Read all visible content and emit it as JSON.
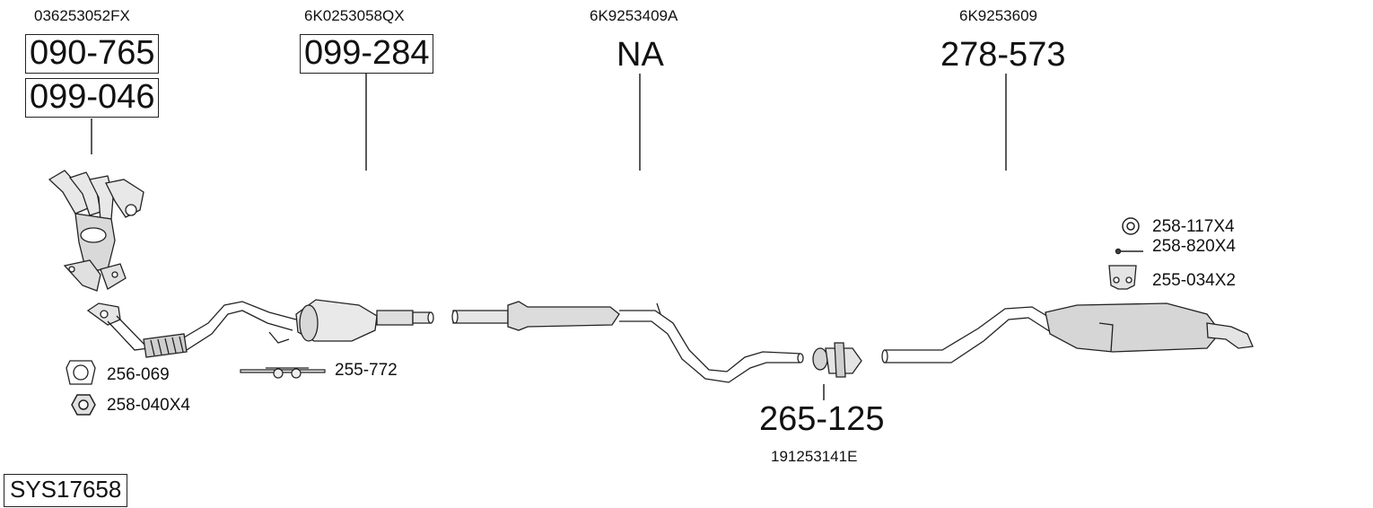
{
  "system_id": "SYS17658",
  "columns": [
    {
      "oe": "036253052FX",
      "parts": [
        "090-765",
        "099-046"
      ]
    },
    {
      "oe": "6K0253058QX",
      "parts": [
        "099-284"
      ]
    },
    {
      "oe": "6K9253409A",
      "parts": [
        "NA"
      ]
    },
    {
      "oe": "6K9253609",
      "parts": [
        "278-573"
      ]
    }
  ],
  "clamp": {
    "part": "265-125",
    "oe": "191253141E"
  },
  "accessories": {
    "gasket": "256-069",
    "nut": "258-040X4",
    "mount_center": "255-772",
    "ring": "258-117X4",
    "bolt": "258-820X4",
    "mount_rear": "255-034X2"
  }
}
